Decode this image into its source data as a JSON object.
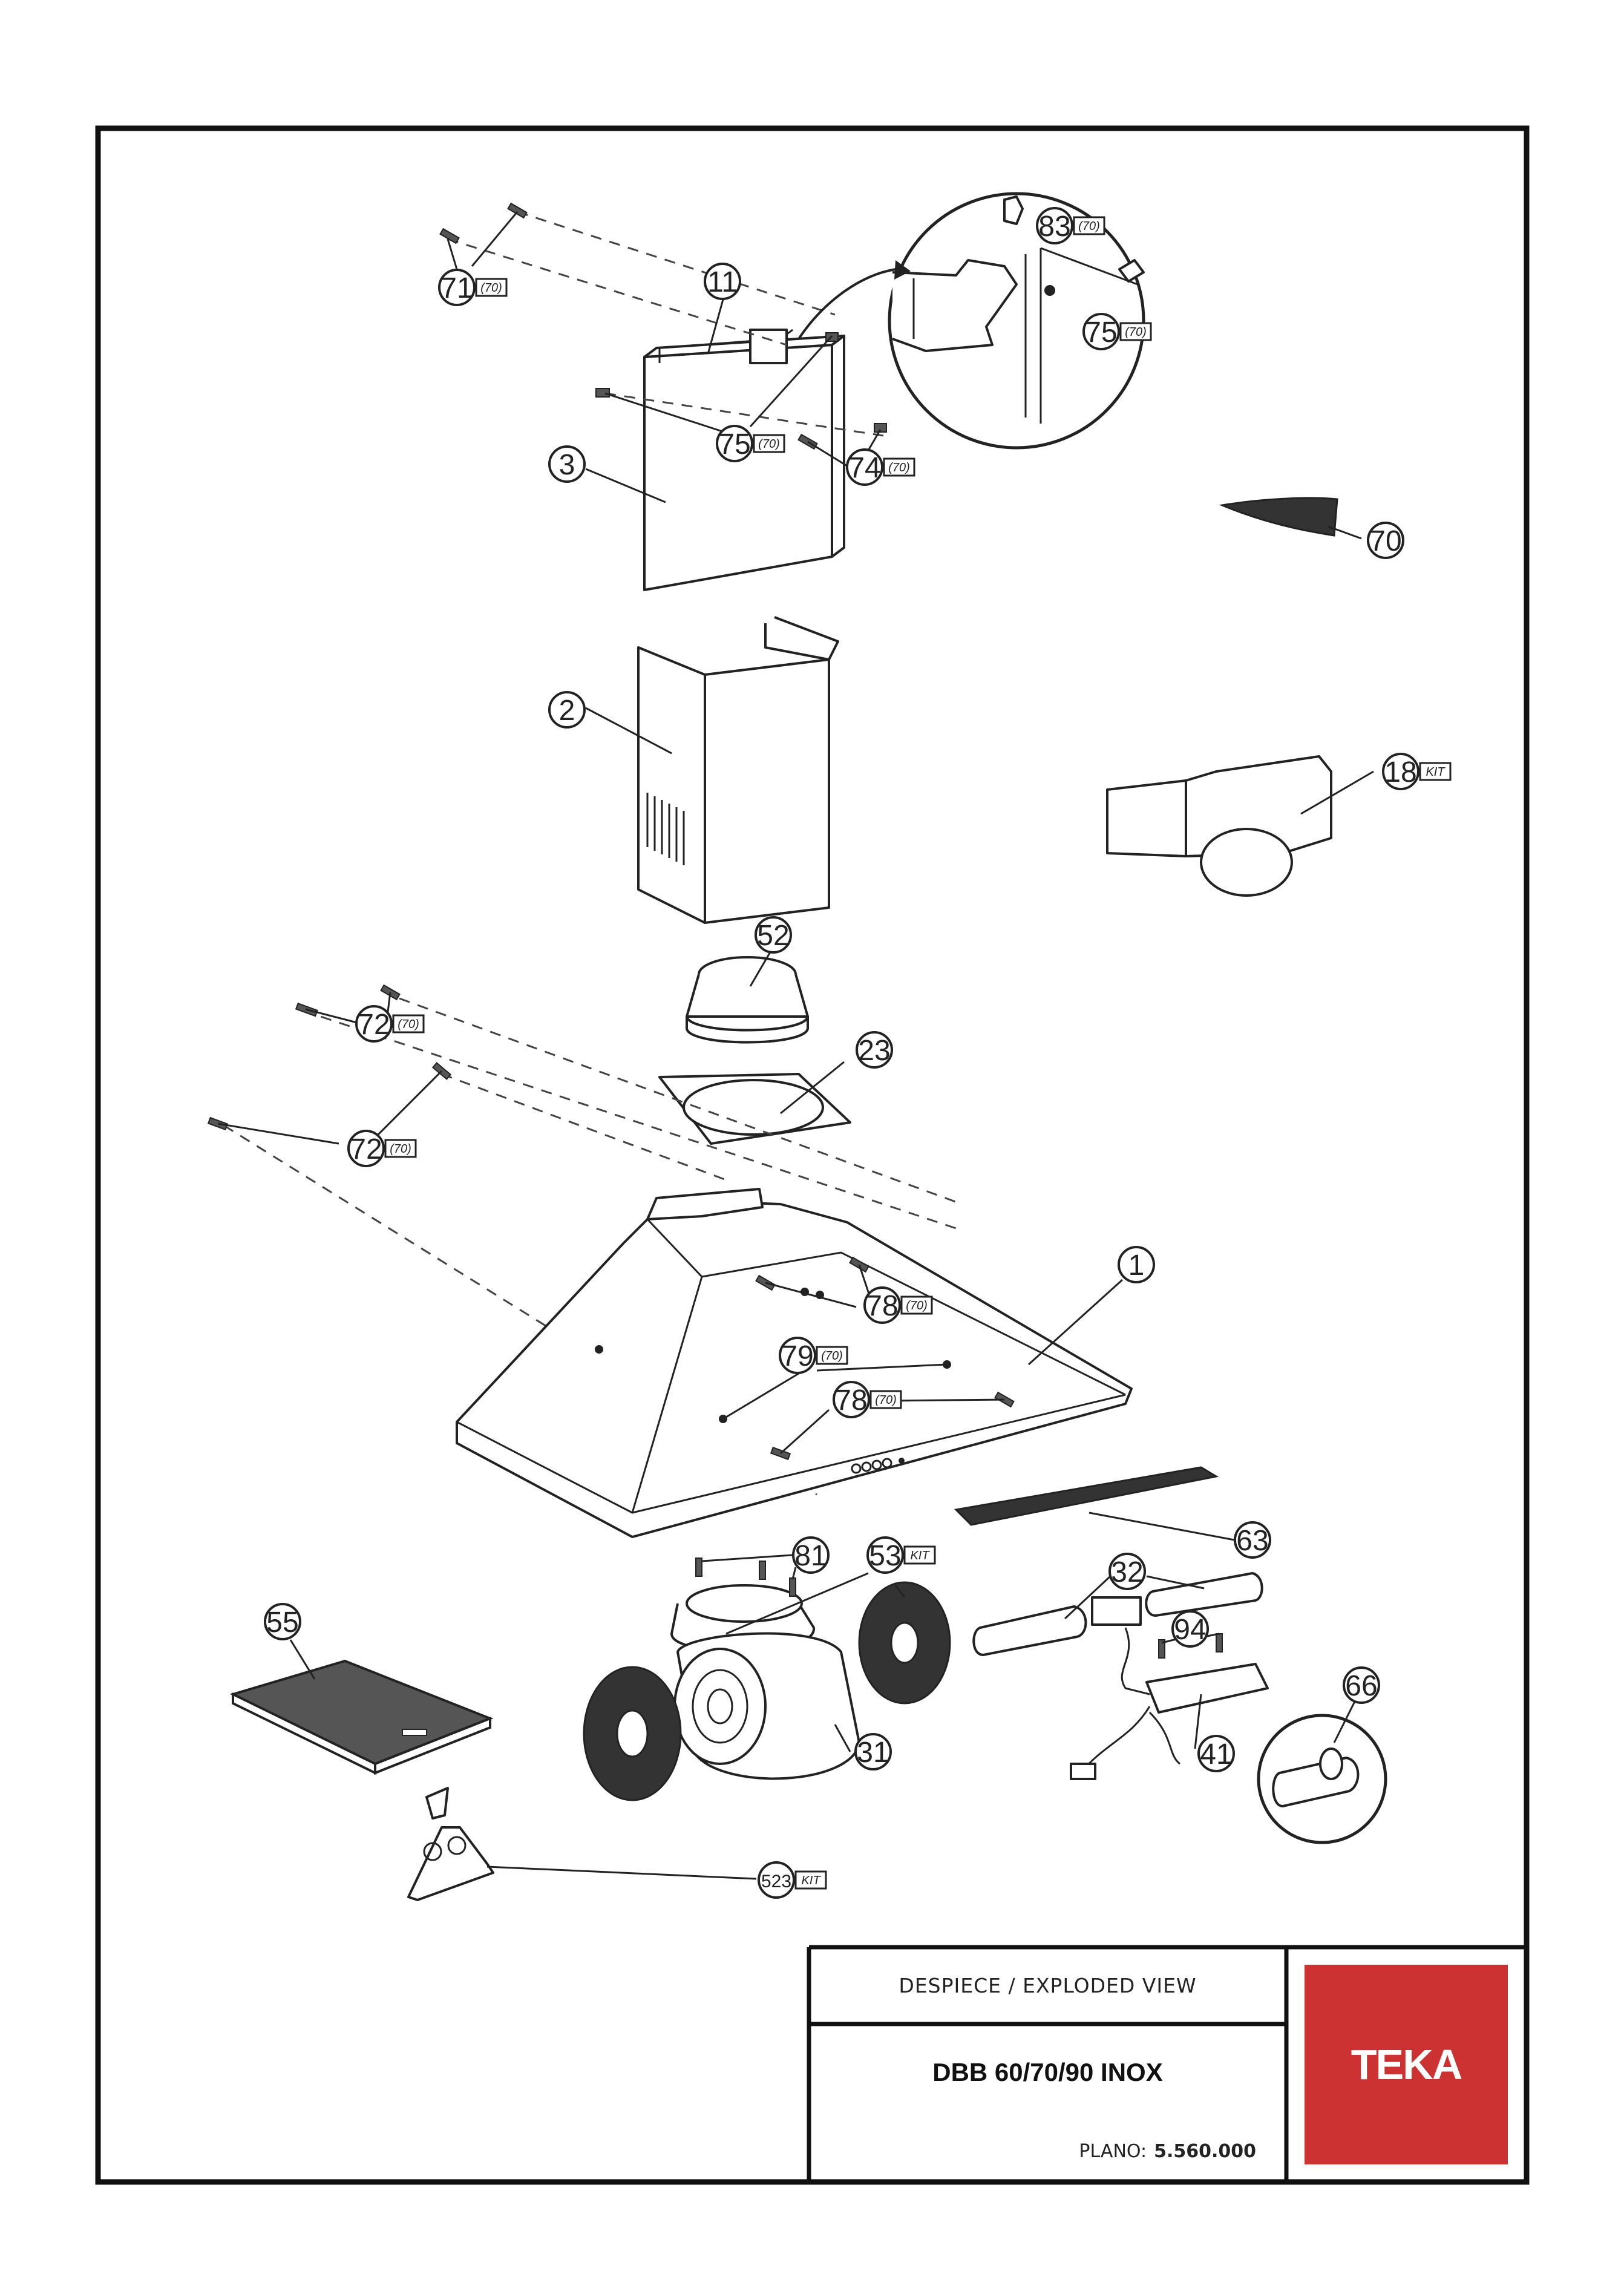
{
  "title_block": {
    "subtitle": "DESPIECE / EXPLODED VIEW",
    "model": "DBB 60/70/90 INOX",
    "plano_label": "PLANO:",
    "plano_value": "5.560.000",
    "brand": "TEKA",
    "brand_color": "#cd3232"
  },
  "callouts": {
    "c83": {
      "num": "83",
      "tag": "(70)"
    },
    "c71": {
      "num": "71",
      "tag": "(70)"
    },
    "c11": {
      "num": "11",
      "tag": ""
    },
    "c75a": {
      "num": "75",
      "tag": "(70)"
    },
    "c75b": {
      "num": "75",
      "tag": "(70)"
    },
    "c74": {
      "num": "74",
      "tag": "(70)"
    },
    "c3": {
      "num": "3",
      "tag": ""
    },
    "c70": {
      "num": "70",
      "tag": ""
    },
    "c2": {
      "num": "2",
      "tag": ""
    },
    "c18": {
      "num": "18",
      "tag": "KIT"
    },
    "c52": {
      "num": "52",
      "tag": ""
    },
    "c72a": {
      "num": "72",
      "tag": "(70)"
    },
    "c23": {
      "num": "23",
      "tag": ""
    },
    "c72b": {
      "num": "72",
      "tag": "(70)"
    },
    "c1": {
      "num": "1",
      "tag": ""
    },
    "c78a": {
      "num": "78",
      "tag": "(70)"
    },
    "c79": {
      "num": "79",
      "tag": "(70)"
    },
    "c78b": {
      "num": "78",
      "tag": "(70)"
    },
    "c63": {
      "num": "63",
      "tag": ""
    },
    "c81": {
      "num": "81",
      "tag": ""
    },
    "c53": {
      "num": "53",
      "tag": "KIT"
    },
    "c32": {
      "num": "32",
      "tag": ""
    },
    "c55": {
      "num": "55",
      "tag": ""
    },
    "c94": {
      "num": "94",
      "tag": ""
    },
    "c66": {
      "num": "66",
      "tag": ""
    },
    "c31": {
      "num": "31",
      "tag": ""
    },
    "c41": {
      "num": "41",
      "tag": ""
    },
    "c523": {
      "num": "523",
      "tag": "KIT"
    }
  }
}
